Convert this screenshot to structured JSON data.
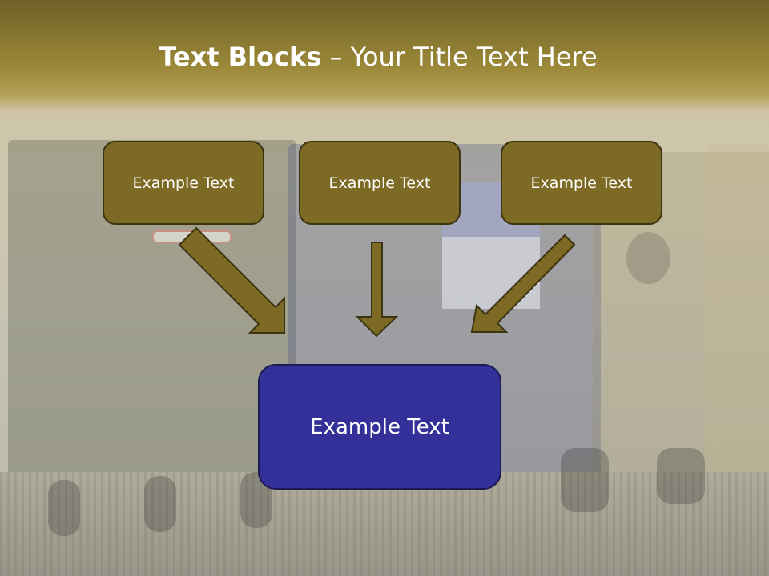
{
  "slide": {
    "title_bold": "Text Blocks",
    "title_dash": " – ",
    "title_rest": "Your Title Text Here"
  },
  "boxes": {
    "top_left": "Example Text",
    "top_center": "Example Text",
    "top_right": "Example Text",
    "bottom_main": "Example Text"
  },
  "colors": {
    "title_bar": "#8c7a30",
    "small_box_fill": "#7d6a25",
    "small_box_border": "#3b3410",
    "main_box_fill": "#33309a",
    "arrow_fill": "#7d6a25"
  }
}
